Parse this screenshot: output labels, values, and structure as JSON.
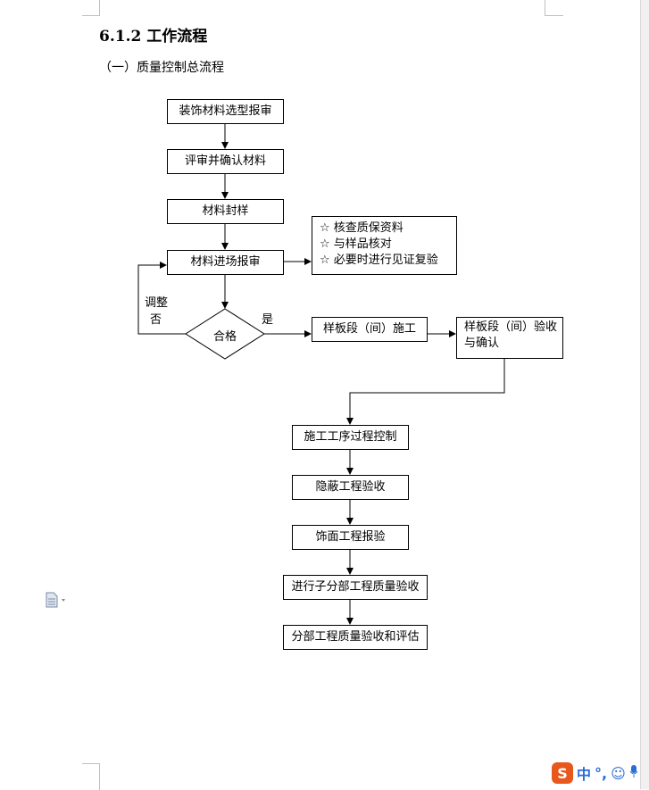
{
  "document": {
    "heading": "6.1.2 工作流程",
    "subheading": "（一）质量控制总流程"
  },
  "flowchart": {
    "steps": {
      "s1": "装饰材料选型报审",
      "s2": "评审并确认材料",
      "s3": "材料封样",
      "s4": "材料进场报审",
      "decision": "合格",
      "sample": "样板段（间）施工",
      "sample_accept_l1": "样板段（间）验收",
      "sample_accept_l2": "与确认",
      "p1": "施工工序过程控制",
      "p2": "隐蔽工程验收",
      "p3": "饰面工程报验",
      "p4": "进行子分部工程质量验收",
      "p5": "分部工程质量验收和评估"
    },
    "checks": [
      "☆  核查质保资料",
      "☆  与样品核对",
      "☆  必要时进行见证复验"
    ],
    "labels": {
      "yes": "是",
      "no_adjust": "调整",
      "no": "否"
    }
  },
  "taskbar": {
    "ime_logo": "S",
    "ime_mode": "中",
    "ime_punct": "°,",
    "icons": [
      "smiley-icon",
      "microphone-icon"
    ]
  }
}
